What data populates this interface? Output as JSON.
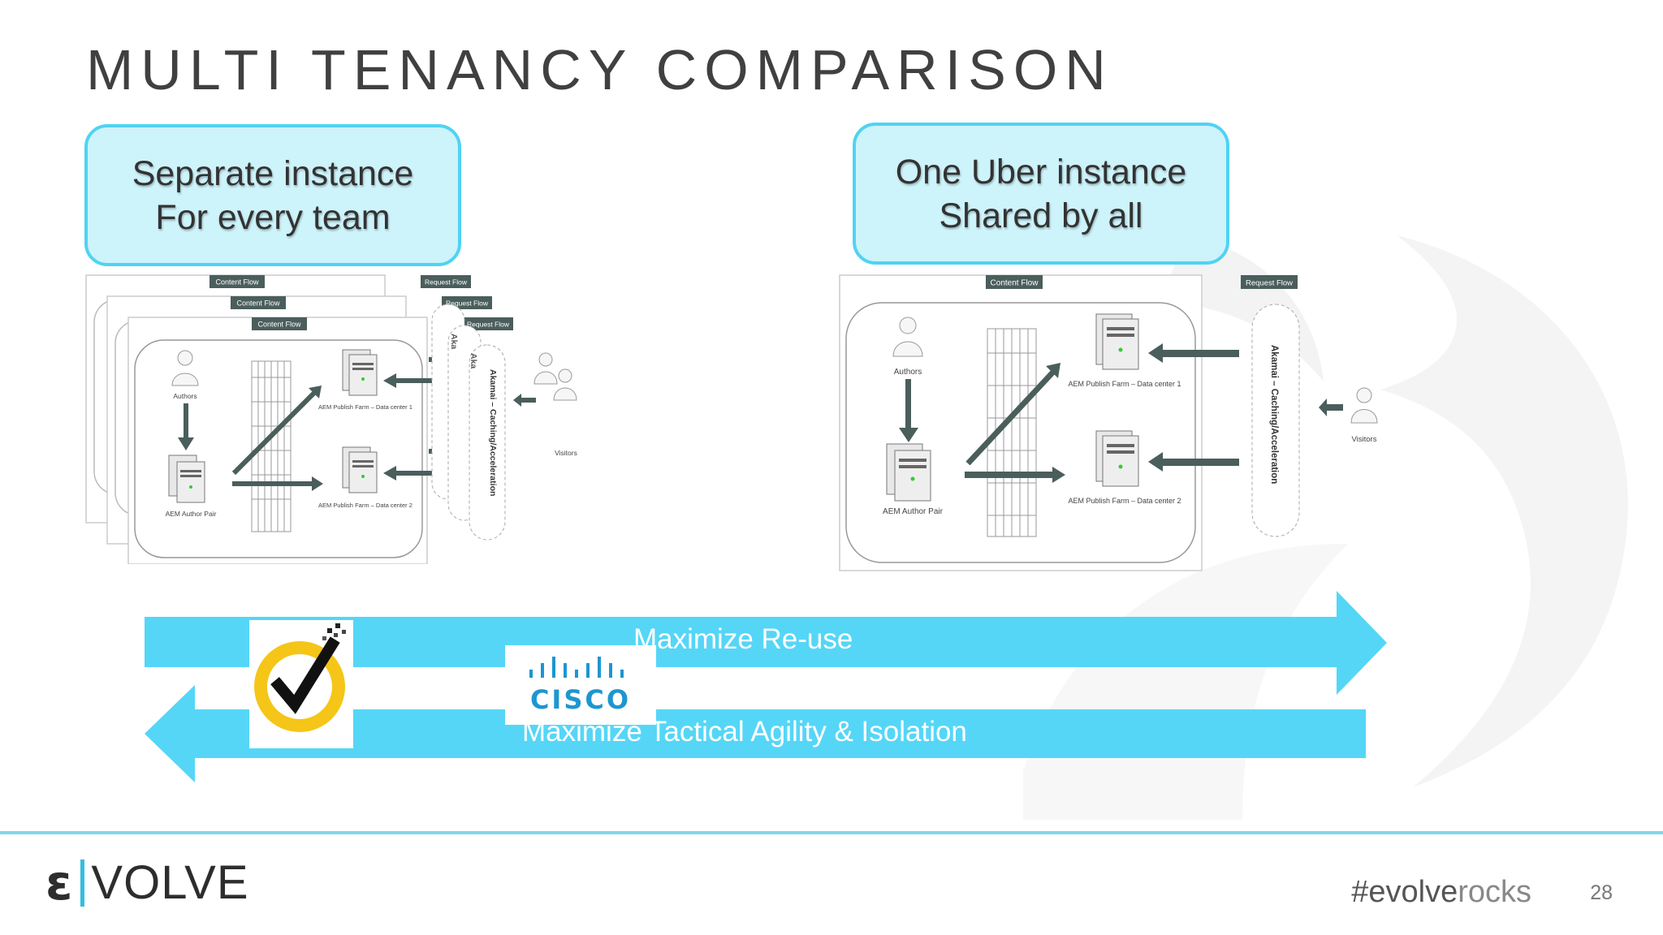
{
  "slide": {
    "title": "MULTI TENANCY COMPARISON",
    "left_callout": {
      "line1": "Separate instance",
      "line2": "For every team"
    },
    "right_callout": {
      "line1": "One Uber instance",
      "line2": "Shared by all"
    },
    "arrow_right_label": "Maximize Re-use",
    "arrow_left_label": "Maximize Tactical Agility & Isolation",
    "cisco_text": "CISCO",
    "hashtag_main": "#evolve",
    "hashtag_suffix": "rocks",
    "page_number": "28",
    "brand": {
      "glyph": "ε",
      "name": "VOLVE"
    }
  },
  "diagram": {
    "content_flow": "Content Flow",
    "request_flow": "Request Flow",
    "authors": "Authors",
    "author_pair": "AEM Author Pair",
    "publish_dc1": "AEM Publish Farm – Data center 1",
    "publish_dc2": "AEM Publish Farm – Data center 2",
    "cdn": "Akamai – Caching/Acceleration",
    "visitors": "Visitors"
  },
  "colors": {
    "accent": "#4fd3f3",
    "arrow": "#55d6f7",
    "dark_arrow": "#4a5e5c",
    "callout_fill": "#cdf3fb"
  }
}
